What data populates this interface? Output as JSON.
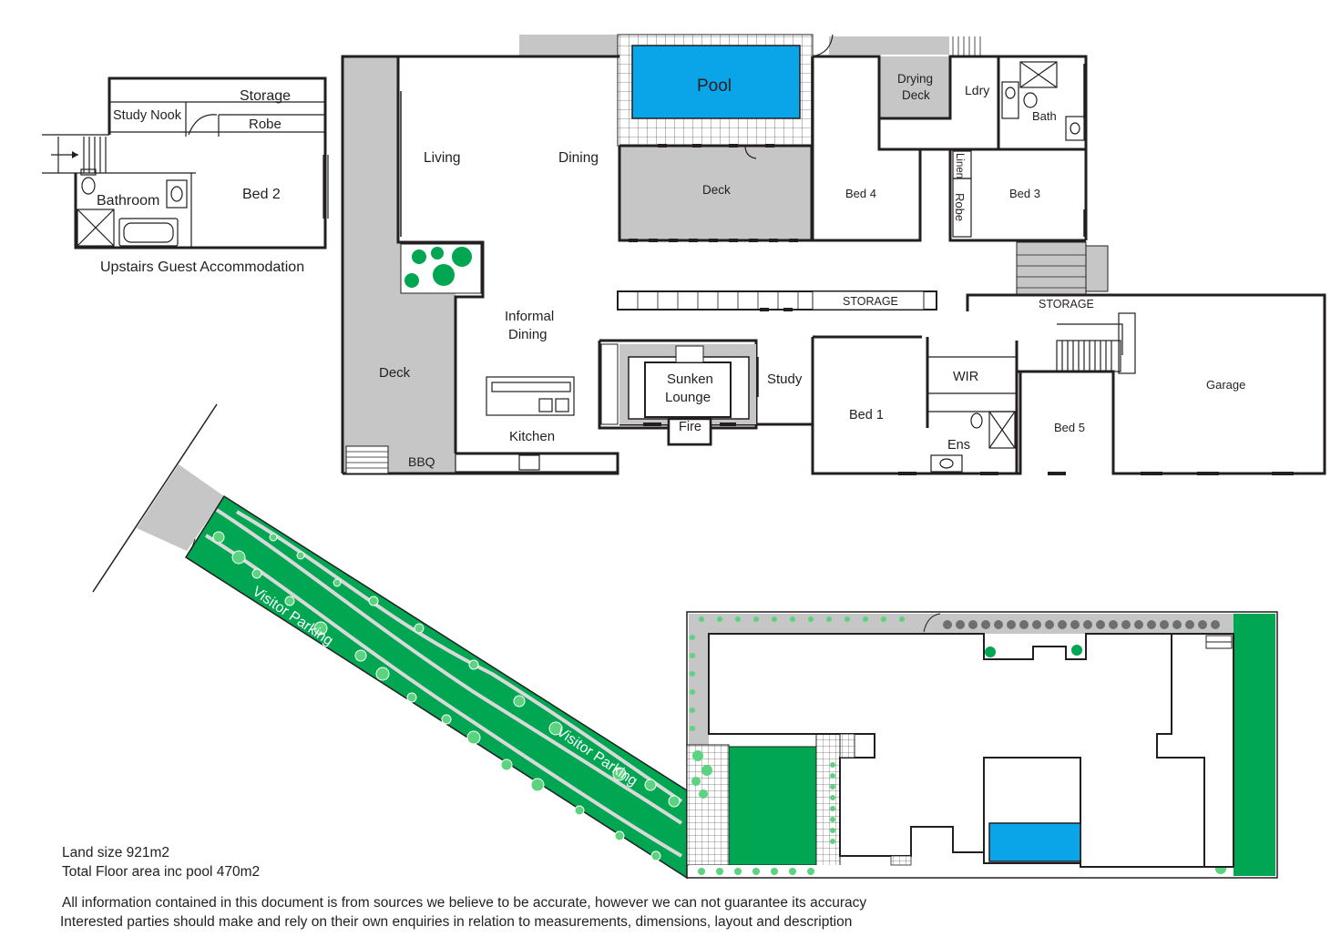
{
  "guest": {
    "storage": "Storage",
    "study_nook": "Study Nook",
    "robe": "Robe",
    "bed2": "Bed 2",
    "bathroom": "Bathroom",
    "title": "Upstairs Guest Accommodation"
  },
  "house": {
    "pool": "Pool",
    "drying_deck_1": "Drying",
    "drying_deck_2": "Deck",
    "ldry": "Ldry",
    "bath": "Bath",
    "living": "Living",
    "dining": "Dining",
    "deck_rear": "Deck",
    "bed4": "Bed 4",
    "linen": "Linen",
    "robe": "Robe",
    "bed3": "Bed 3",
    "informal_dining_1": "Informal",
    "informal_dining_2": "Dining",
    "storage_1": "STORAGE",
    "storage_2": "STORAGE",
    "deck_side": "Deck",
    "sunken_lounge_1": "Sunken",
    "sunken_lounge_2": "Lounge",
    "study": "Study",
    "wir": "WIR",
    "garage": "Garage",
    "fire": "Fire",
    "bed1": "Bed 1",
    "kitchen": "Kitchen",
    "ens": "Ens",
    "bed5": "Bed 5",
    "bbq": "BBQ"
  },
  "site": {
    "visitor_parking_1": "Visitor Parking",
    "visitor_parking_2": "Visitor Parking"
  },
  "notes": {
    "land_size": "Land size 921m2",
    "floor_area": "Total Floor area inc pool 470m2",
    "disclaimer_1": "All information contained in this document is from sources we believe to be accurate, however we can not guarantee its accuracy",
    "disclaimer_2": "Interested parties should make and rely on their own enquiries in relation to measurements, dimensions, layout and description"
  },
  "colors": {
    "pool": "#0aa5e8",
    "garden": "#00a651",
    "deck": "#c6c6c6",
    "wall": "#231f20"
  }
}
